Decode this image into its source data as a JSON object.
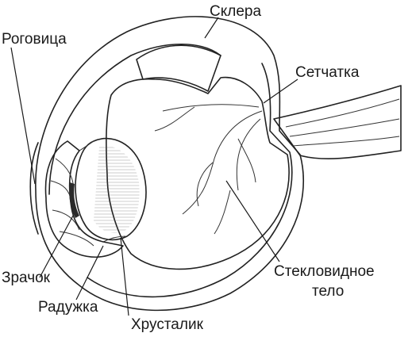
{
  "labels": {
    "sclera": "Склера",
    "cornea": "Роговица",
    "retina": "Сетчатка",
    "pupil": "Зрачок",
    "iris": "Радужка",
    "lens": "Хрусталик",
    "vitreous_line1": "Стекловидное",
    "vitreous_line2": "тело"
  },
  "colors": {
    "vitreous": "#bcd0ec",
    "iris": "#a9c0e2",
    "outline": "#222222",
    "background": "#ffffff"
  }
}
